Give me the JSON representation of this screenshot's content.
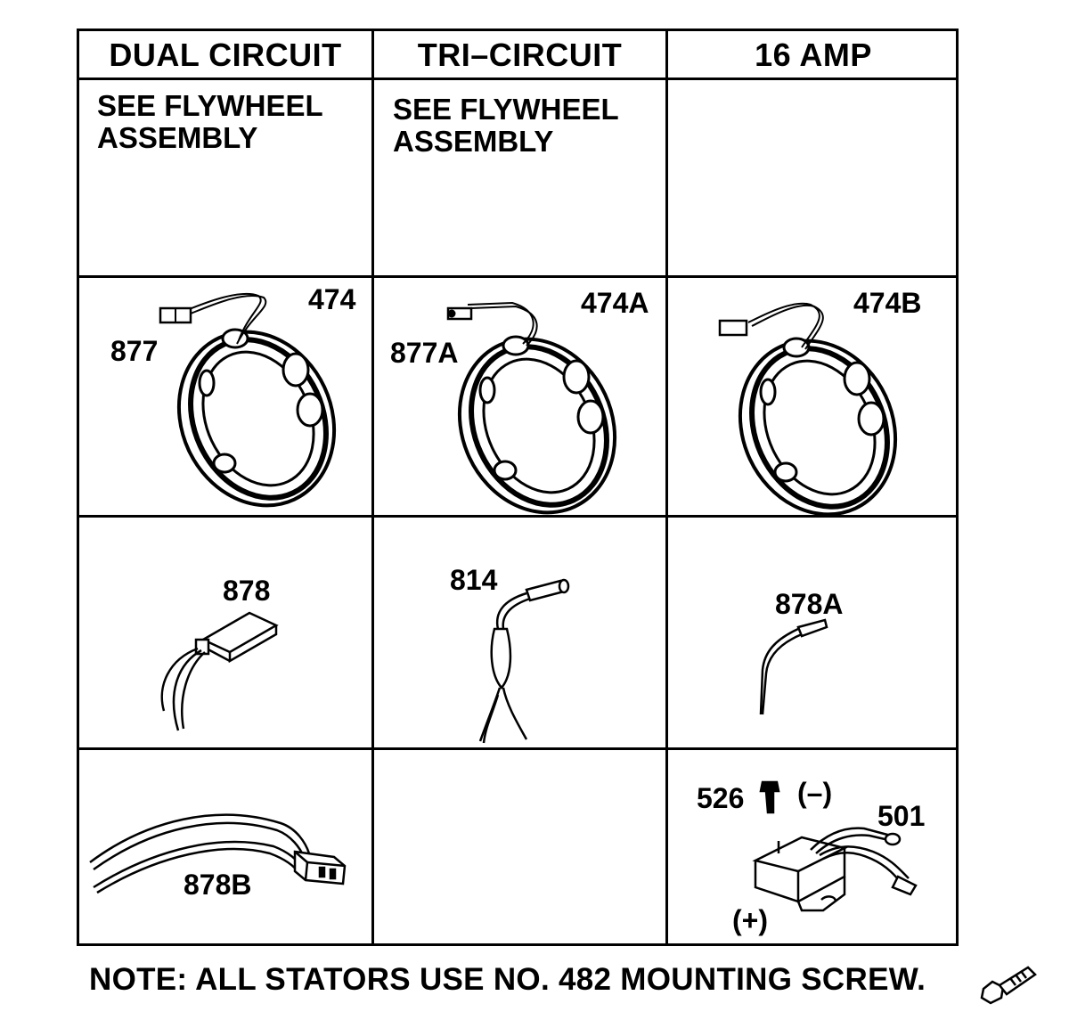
{
  "columns": [
    {
      "header": "DUAL CIRCUIT",
      "note": "SEE FLYWHEEL ASSEMBLY"
    },
    {
      "header": "TRI–CIRCUIT",
      "note": "SEE FLYWHEEL ASSEMBLY"
    },
    {
      "header": "16 AMP",
      "note": ""
    }
  ],
  "notes": {
    "dual_line1": "SEE FLYWHEEL",
    "dual_line2": "ASSEMBLY",
    "tri_line1": "SEE FLYWHEEL",
    "tri_line2": "ASSEMBLY"
  },
  "stators": [
    {
      "part": "474",
      "connector": "877"
    },
    {
      "part": "474A",
      "connector": "877A"
    },
    {
      "part": "474B",
      "connector": ""
    }
  ],
  "harnesses": {
    "dual": "878",
    "tri": "814",
    "amp16": "878A"
  },
  "bottom_row": {
    "dual": "878B",
    "screw": "526",
    "minus": "(–)",
    "regulator": "501",
    "plus": "(+)"
  },
  "footer": "NOTE: ALL STATORS USE NO. 482 MOUNTING SCREW."
}
